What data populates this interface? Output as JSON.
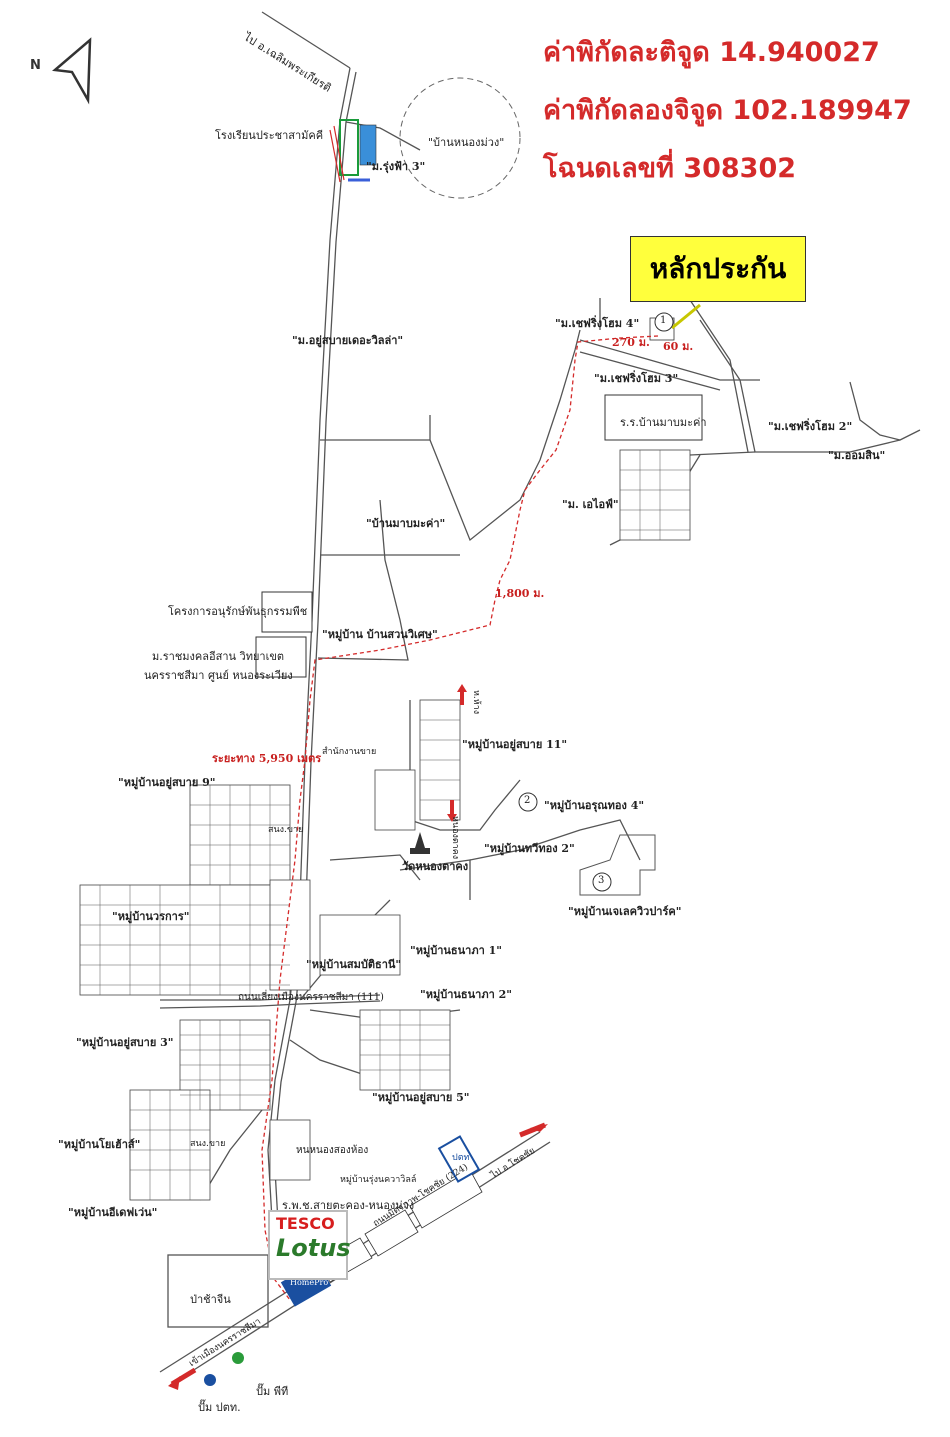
{
  "coordinates": {
    "latitude_line": "ค่าพิกัดละติจูด 14.940027",
    "longitude_line": "ค่าพิกัดลองจิจูด 102.189947",
    "deed_line": "โฉนดเลขที่ 308302"
  },
  "collateral_label": "หลักประกัน",
  "compass_letter": "N",
  "distances": {
    "d270": "270 ม.",
    "d60": "60 ม.",
    "d1800": "1,800 ม.",
    "d5950": "ระยะทาง 5,950 เมตร"
  },
  "places": {
    "to_district": "ไป อ.เฉลิมพระเกียรติ",
    "school_pracha": "โรงเรียนประชาสามัคคี",
    "rungfa3": "\"ม.รุ่งฟ้า 3\"",
    "ban_nong_muang": "\"บ้านหนองม่วง\"",
    "yu_sabai_della": "\"ม.อยู่สบายเดอะวิลล่า\"",
    "chefring4": "\"ม.เชฟริ่งโฮม 4\"",
    "chefring3": "\"ม.เชฟริ่งโฮม 3\"",
    "school_mabmaka": "ร.ร.บ้านมาบมะค่า",
    "chefring2": "\"ม.เชฟริ่งโฮม 2\"",
    "om_sin": "\"ม.ออมสิน\"",
    "ban_mabmaka": "\"บ้านมาบมะค่า\"",
    "ivy": "\"ม. เอไอฟ์\"",
    "plant_project": "โครงการอนุรักษ์พันธุกรรมพืช",
    "suan_wiset": "\"หมู่บ้าน บ้านสวนวิเศษ\"",
    "rmutr": "ม.ราชมงคลอีสาน วิทยาเขต",
    "rmutr2": "นครราชสีมา ศูนย์ หนองระเวียง",
    "yu_sabai_11": "\"หมู่บ้านอยู่สบาย 11\"",
    "office": "สำนักงานขาย",
    "yu_sabai_9": "\"หมู่บ้านอยู่สบาย 9\"",
    "arun_thong_4": "\"หมู่บ้านอรุณทอง 4\"",
    "wat": "วัดหนองตาคง",
    "tawee_thong_2": "\"หมู่บ้านทวีทอง 2\"",
    "lake_view": "\"หมู่บ้านเจเลควิวปาร์ค\"",
    "worakarn": "\"หมู่บ้านวรการ\"",
    "thanaphat1": "\"หมู่บ้านธนาภา 1\"",
    "sombat": "\"หมู่บ้านสมบัติธานี\"",
    "thanaphat2": "\"หมู่บ้านธนาภา 2\"",
    "ring_road": "ถนนเลี่ยงเมืองนครราชสีมา (111)",
    "yu_sabai_3": "\"หมู่บ้านอยู่สบาย 3\"",
    "yu_sabai_5": "\"หมู่บ้านอยู่สบาย 5\"",
    "sritong": "\"หมู่บ้านโยเฮ้าส์\"",
    "nong_song_hong": "หนหนองสองห้อง",
    "rung_kawi": "หมู่บ้านรุ่งนควาวิลล์",
    "hospital": "ร.พ.ช.สายตะคอง-หนองม่วง",
    "ideal": "\"หมู่บ้านอีเดฟเว่น\"",
    "highway": "ถนนมิตรภาพ-โชคชัย (224)",
    "to_chokchai": "ไป อ.โชคชัย",
    "to_city": "เข้าเมืองนครราชสีมา",
    "forest": "ป่าช้าจีน",
    "ptt": "ปั๊ม ปตท.",
    "pt": "ปั๊ม พีที",
    "tesco1": "TESCO",
    "tesco2": "Lotus",
    "homepro": "HomePro",
    "ptt_logo": "ปตท",
    "num1": "1",
    "num2": "2",
    "num3": "3",
    "sn_chai": "สนง.ขาย",
    "sn_chai2": "สนง.ขาย",
    "nong_takong_arrow": "หนองตาคง",
    "hang_chat": "ห.ห้าง"
  }
}
